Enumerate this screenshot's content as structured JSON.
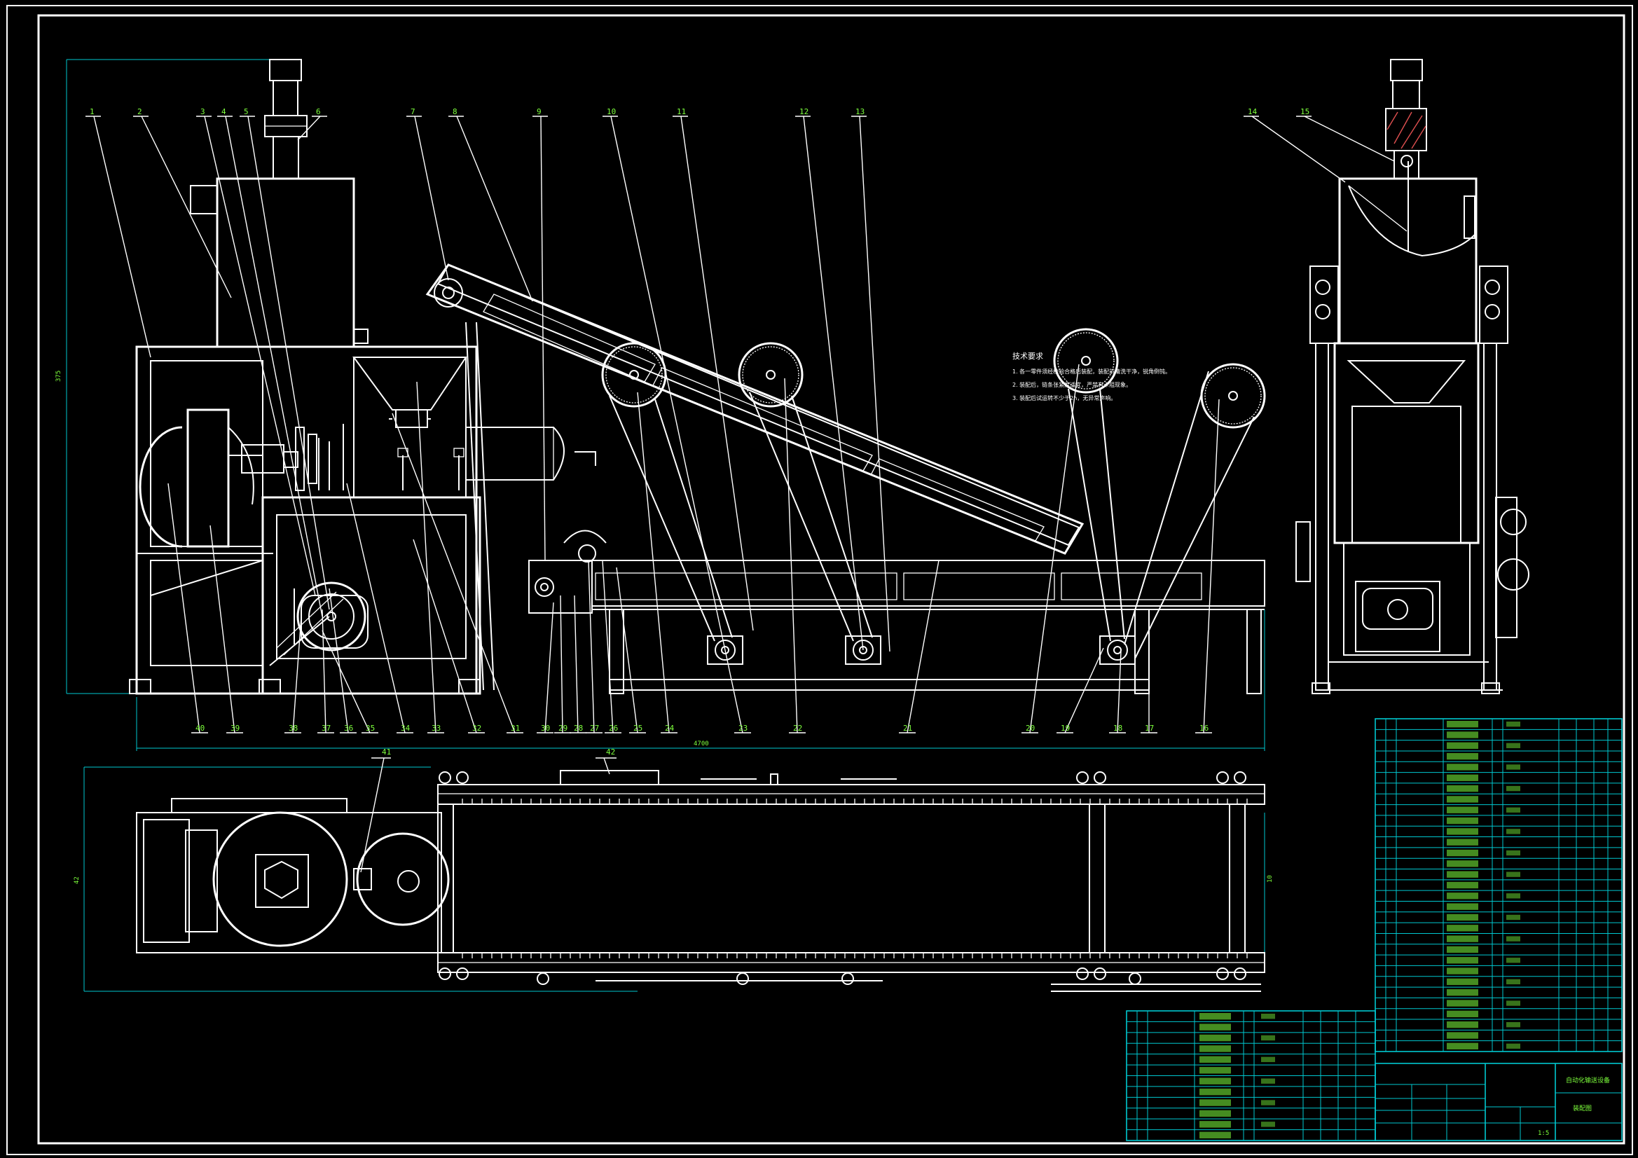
{
  "drawing": {
    "part_numbers_top": [
      "1",
      "2",
      "3",
      "4",
      "5",
      "6",
      "7",
      "8",
      "9",
      "10",
      "11",
      "12",
      "13",
      "14",
      "15"
    ],
    "part_numbers_bottom": [
      "40",
      "39",
      "38",
      "37",
      "36",
      "35",
      "34",
      "33",
      "32",
      "31",
      "30",
      "29",
      "28",
      "27",
      "26",
      "25",
      "24",
      "23",
      "22",
      "21",
      "20",
      "19",
      "18",
      "17",
      "16"
    ],
    "part_numbers_plan": [
      "41",
      "42"
    ],
    "dim_overall_height": "375",
    "dim_overall_length": "4700",
    "dim_plan_width": "42",
    "dim_plan_inner": "10",
    "tech_req_title": "技术要求",
    "tech_req_lines": [
      "1. 各一零件须经检验合格后装配，装配前清洗干净，锐角倒钝。",
      "2. 装配后，链条张紧度适宜，严禁有卡阻现象。",
      "3. 装配后试运转不少于2h，无异常声响。"
    ]
  },
  "title_block": {
    "drawing_name": "自动化输送设备",
    "drawing_type": "装配图",
    "scale": "1:5"
  },
  "colors": {
    "background": "#000000",
    "line": "#ffffff",
    "table": "#00c8d0",
    "labels": "#7dff3c"
  }
}
